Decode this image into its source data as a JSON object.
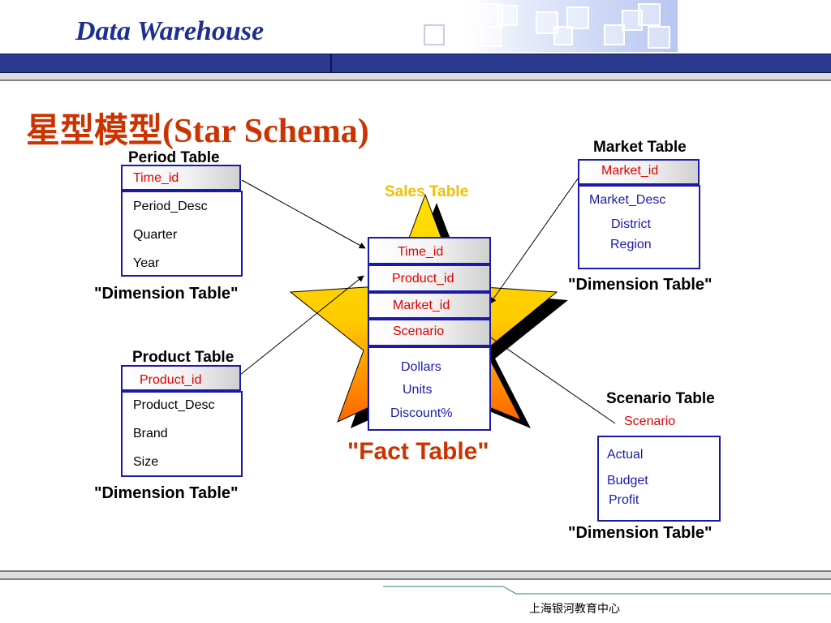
{
  "header": {
    "title": "Data Warehouse"
  },
  "slide": {
    "title": "星型模型(Star Schema)"
  },
  "period_table": {
    "title": "Period Table",
    "key": "Time_id",
    "fields": [
      "Period_Desc",
      "Quarter",
      "Year"
    ],
    "label": "\"Dimension Table\""
  },
  "product_table": {
    "title": "Product Table",
    "key": "Product_id",
    "fields": [
      "Product_Desc",
      "Brand",
      "Size"
    ],
    "label": "\"Dimension Table\""
  },
  "market_table": {
    "title": "Market Table",
    "key": "Market_id",
    "fields": [
      "Market_Desc",
      "District",
      "Region"
    ],
    "label": "\"Dimension Table\""
  },
  "scenario_table": {
    "title": "Scenario Table",
    "key": "Scenario",
    "fields": [
      "Actual",
      "Budget",
      "Profit"
    ],
    "label": "\"Dimension Table\""
  },
  "sales_table": {
    "title": "Sales Table",
    "keys": [
      "Time_id",
      "Product_id",
      "Market_id",
      "Scenario"
    ],
    "measures": [
      "Dollars",
      "Units",
      "Discount%"
    ],
    "label": "\"Fact Table\""
  },
  "footer": {
    "text": "上海银河教育中心"
  },
  "colors": {
    "accent_red": "#cc3300",
    "key_red": "#e00000",
    "border_blue": "#1a1aaa",
    "bar_blue": "#2b3a8f",
    "star_gold": "#ffd700"
  }
}
